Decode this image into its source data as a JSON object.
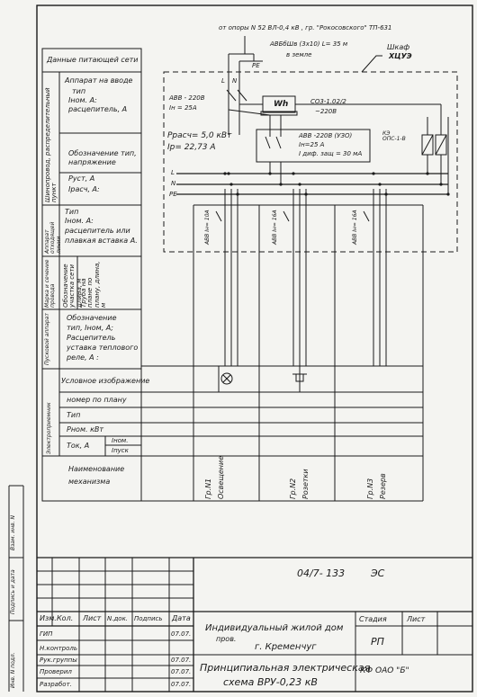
{
  "header": {
    "source_line": "от опоры N 52 ВЛ-0,4 кВ , гр. \"Рокосовского\" ТП-631",
    "cable": "АВБбШв (3х10) L= 35 м",
    "cable_location": "в земле",
    "cabinet": "Шкаф",
    "cabinet_type": "ХЦУЭ"
  },
  "schematic": {
    "pe_mark": "PE",
    "l_mark": "L",
    "n_mark": "N",
    "bus_l": "L",
    "bus_n": "N",
    "bus_pe": "PE",
    "main_breaker_line1": "АВВ - 220В",
    "main_breaker_line2": "Iн = 25А",
    "meter_label": "Wh",
    "meter_line1": "СО3-1.02/2",
    "meter_line2": "~220В",
    "rcd_line1": "АВВ -220В (УЗО)",
    "rcd_line2": "Iн=25 А",
    "rcd_line3": "I диф. защ = 30 мА",
    "power_line1": "Ррасч= 5,0 кВт",
    "power_line2": "Iр= 22,73 А",
    "surge_label": "КЭ ОПС-1-В",
    "feeder_breakers": [
      "АВВ Iн= 10А",
      "АВВ Iн= 16А",
      "АВВ Iн= 16А"
    ]
  },
  "left_table": {
    "supply_network": "Данные питающей сети",
    "group_distribution": "Шинопровод, распределительный пункт",
    "input_device": "Аппарат на вводе",
    "input_device_rows": [
      "тип",
      "Iном. А:",
      "расцепитель, А"
    ],
    "phase_voltage": [
      "Обозначение тип,",
      "напряжение"
    ],
    "power_rows": [
      "Руст, А",
      "Iрасч, А:"
    ],
    "outgoing_device": "Аппарат отходящей линии",
    "outgoing_rows": [
      "Тип",
      "Iном. А:",
      "расцепитель или",
      "плавкая вставка А."
    ],
    "wire_group": "Марка и сечение провода",
    "wire_cols": [
      "Обозначение участка сети длина, м",
      "Труба на плане по плану, длина, м"
    ],
    "starter_group": "Пусковой аппарат",
    "starter_rows": [
      "Обозначение",
      "тип, Iном, А;",
      "Расцепитель",
      "уставка теплового",
      "реле, А :"
    ],
    "receiver_group": "Электроприемник",
    "receiver_rows": [
      "Условное изображение",
      "номер по плану",
      "Тип",
      "Рном. кВт"
    ],
    "current_label": "Ток, А",
    "current_nom": "Iном.",
    "current_start": "Iпуск",
    "mechanism": [
      "Наименование",
      "механизма"
    ]
  },
  "groups": [
    {
      "name": "Гр.N1",
      "purpose": "Освещение"
    },
    {
      "name": "Гр.N2",
      "purpose": "Розетки"
    },
    {
      "name": "Гр.N3",
      "purpose": "Резерв"
    }
  ],
  "side_stamps": [
    "Взам. инв. N",
    "Подпись и дата",
    "Инв. N подл."
  ],
  "title_block": {
    "doc_code": "04/7- 133",
    "section": "ЭС",
    "col_headers": [
      "Изм.",
      "Кол.",
      "Лист",
      "N.док.",
      "Подпись",
      "Дата"
    ],
    "roles": [
      "ГИП",
      "Н.контроль",
      "Рук.группы",
      "Проверил",
      "Разработ."
    ],
    "dates": [
      "07.07.",
      "07.07.",
      "07.07.",
      "07.07."
    ],
    "building": "Индивидуальный жилой дом",
    "address_prefix": "пров.",
    "city": "г. Кременчуг",
    "stage_header": "Стадия",
    "sheet_header": "Лист",
    "stage": "РП",
    "drawing_title_1": "Принципиальная электрическая",
    "drawing_title_2": "схема ВРУ-0,23 кВ",
    "organization": "КФ ОАО \"Б\""
  }
}
